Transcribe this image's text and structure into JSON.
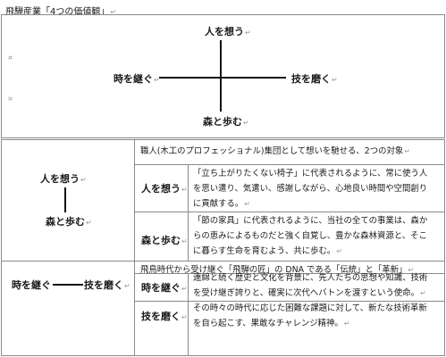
{
  "title": "飛騨産業「4つの価値観」",
  "return_mark": "↵",
  "empty_mark": "¤",
  "cross": {
    "top": "人を想う",
    "bottom": "森と歩む",
    "left": "時を継ぐ",
    "right": "技を磨く"
  },
  "section1": {
    "vertical_top": "人を想う",
    "vertical_bottom": "森と歩む",
    "header": "職人(木工のプロフェッショナル)集団として想いを馳せる、2つの対象",
    "rows": [
      {
        "label": "人を想う",
        "lines": [
          "「立ち上がりたくない椅子」に代表されるように、常に使う人",
          "を思い遣り、気遣い、感謝しながら、心地良い時間や空間創り",
          "に貢献する。"
        ]
      },
      {
        "label": "森と歩む",
        "lines": [
          "「節の家具」に代表されるように、当社の全ての事業は、森か",
          "らの恵みによるものだと強く自覚し、豊かな森林資源と、そこ",
          "に暮らす生命を育むよう、共に歩む。"
        ]
      }
    ]
  },
  "section2": {
    "horizontal_left": "時を継ぐ",
    "horizontal_right": "技を磨く",
    "header": "飛鳥時代から受け継ぐ「飛騨の匠」の DNA である「伝統」と「革新」",
    "rows": [
      {
        "label": "時を継ぐ",
        "lines": [
          "連綿と続く歴史と文化を背景に、先人たちの思想や知識、技術",
          "を受け継ぎ誇りと、確実に次代へバトンを渡すという使命。"
        ]
      },
      {
        "label": "技を磨く",
        "lines": [
          "その時々の時代に応じた困難な課題に対して、新たな技術革新",
          "を自ら起こす、果敢なチャレンジ精神。"
        ]
      }
    ]
  }
}
